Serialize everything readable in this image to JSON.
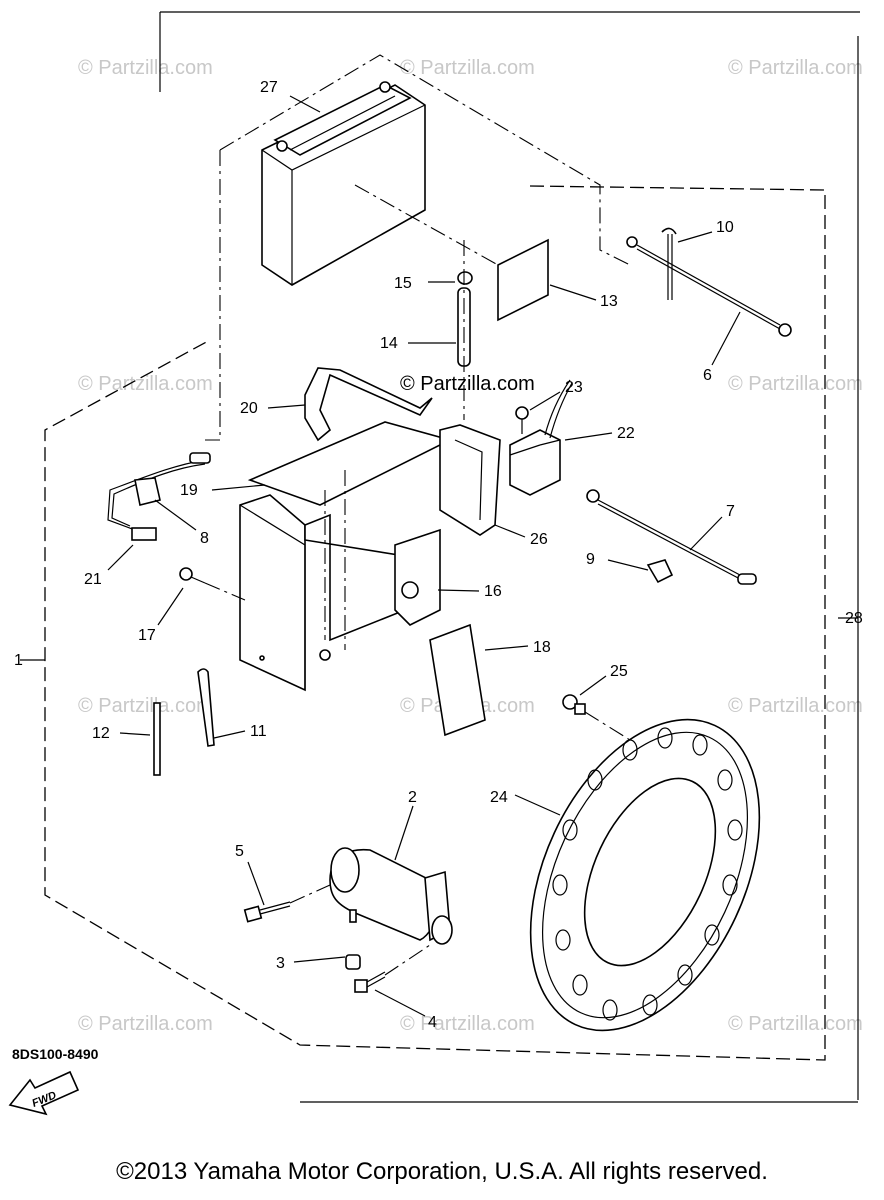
{
  "watermark": "© Partzilla.com",
  "watermark_center": "© Partzilla.com",
  "fwd_label": "FWD",
  "figure_code": "8DS100-8490",
  "copyright": "©2013  Yamaha Motor Corporation, U.S.A. All rights reserved.",
  "parts": {
    "p1": "1",
    "p2": "2",
    "p3": "3",
    "p4": "4",
    "p5": "5",
    "p6": "6",
    "p7": "7",
    "p8": "8",
    "p9": "9",
    "p10": "10",
    "p11": "11",
    "p12": "12",
    "p13": "13",
    "p14": "14",
    "p15": "15",
    "p16": "16",
    "p17": "17",
    "p18": "18",
    "p19": "19",
    "p20": "20",
    "p21": "21",
    "p22": "22",
    "p23": "23",
    "p24": "24",
    "p25": "25",
    "p26": "26",
    "p27": "27",
    "p28": "28"
  }
}
